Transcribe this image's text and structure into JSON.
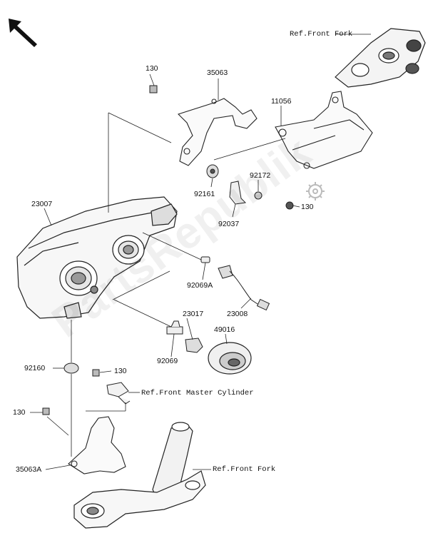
{
  "labels": {
    "ref_front_fork_top": "Ref.Front Fork",
    "ref_front_fork_bottom": "Ref.Front Fork",
    "ref_master_cylinder": "Ref.Front Master Cylinder",
    "p130_top": "130",
    "p130_right": "130",
    "p130_mid": "130",
    "p130_left": "130",
    "p35063": "35063",
    "p35063a": "35063A",
    "p11056": "11056",
    "p92172": "92172",
    "p92161": "92161",
    "p92037": "92037",
    "p23007": "23007",
    "p92069a": "92069A",
    "p23008": "23008",
    "p23017": "23017",
    "p49016": "49016",
    "p92069": "92069",
    "p92160": "92160"
  },
  "watermark": "PartsRepublik",
  "icons": {
    "direction": "front-arrow-icon",
    "gear": "gear-icon"
  }
}
